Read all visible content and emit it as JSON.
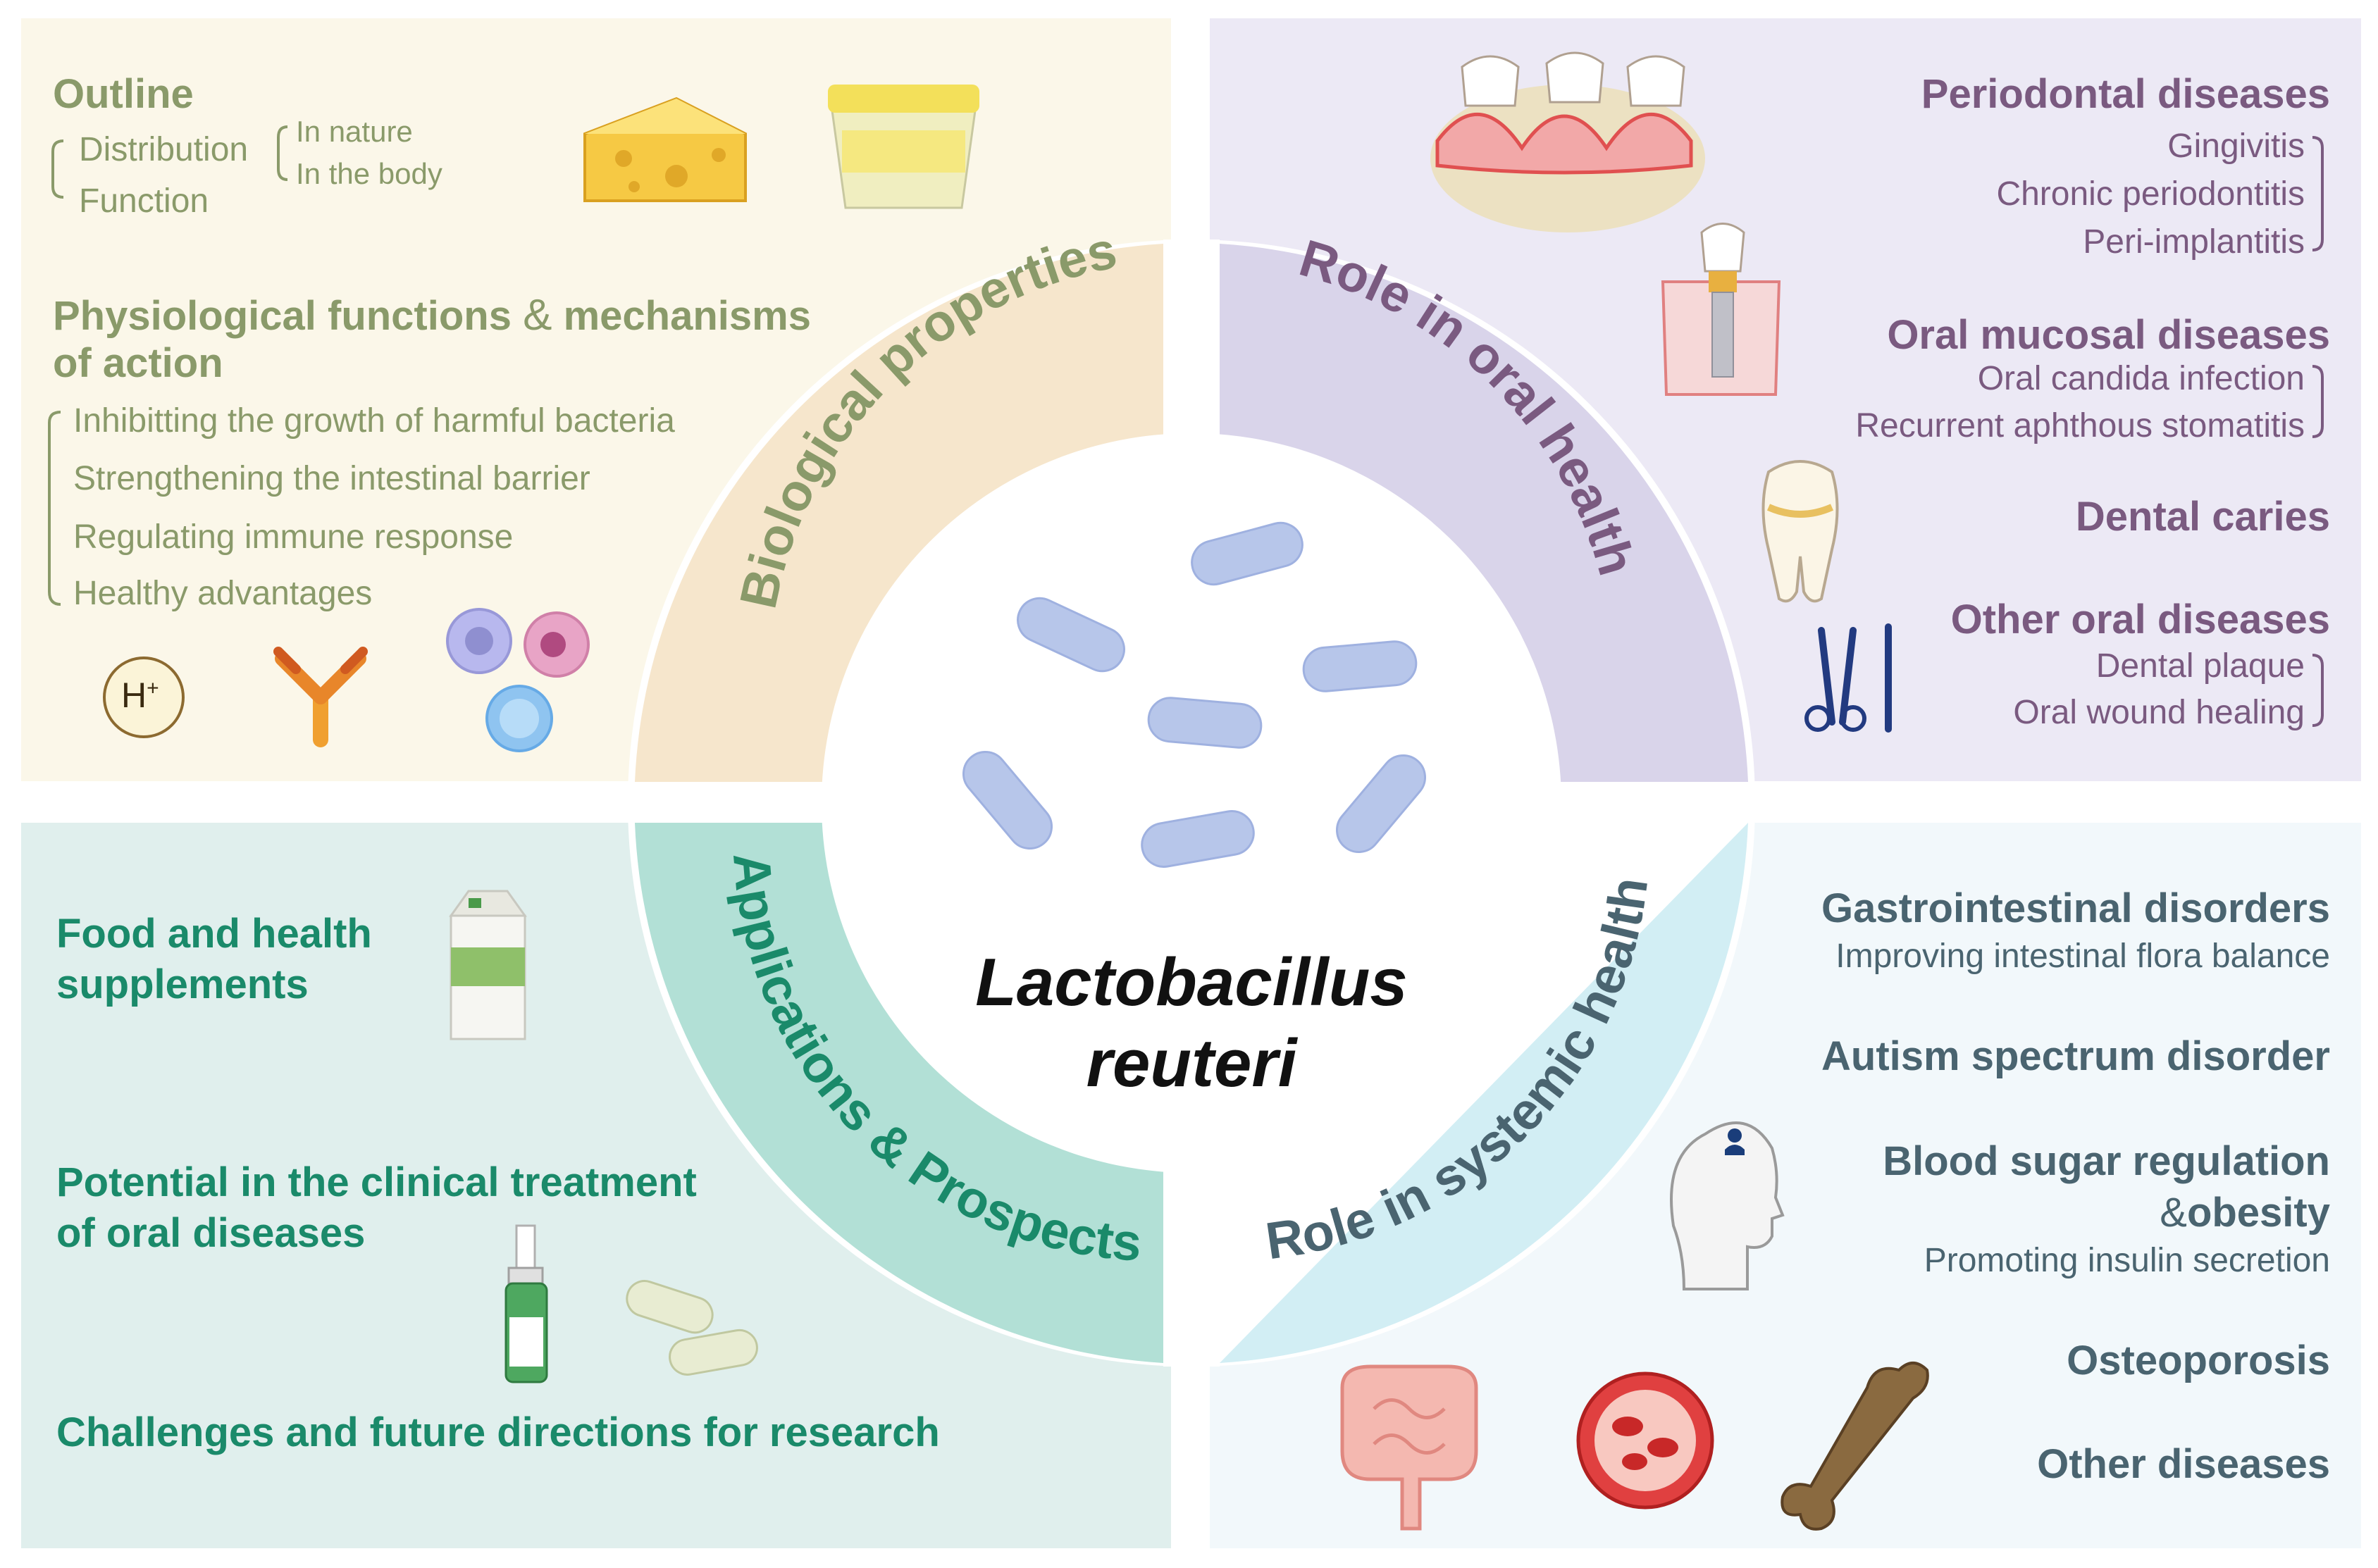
{
  "center": {
    "title_line1": "Lactobacillus",
    "title_line2": "reuteri"
  },
  "arcs": {
    "biological": "Biological properties",
    "oral": "Role in oral health",
    "systemic": "Role in systemic health",
    "applications": "Applications & Prospects"
  },
  "biological_properties": {
    "outline": "Outline",
    "distribution": "Distribution",
    "in_nature": "In nature",
    "in_the_body": "In the body",
    "function": "Function",
    "physio_part1": "Physiological functions",
    "physio_amp": "&",
    "physio_part2": "mechanisms",
    "physio_line2": "of action",
    "items": [
      "Inhibitting the growth of harmful bacteria",
      "Strengthening the intestinal barrier",
      "Regulating immune response",
      "Healthy advantages"
    ],
    "h_ion": "H",
    "h_charge": "+"
  },
  "oral_health": {
    "periodontal": "Periodontal diseases",
    "periodontal_items": [
      "Gingivitis",
      "Chronic periodontitis",
      "Peri-implantitis"
    ],
    "mucosal": "Oral mucosal diseases",
    "mucosal_items": [
      "Oral candida infection",
      "Recurrent aphthous stomatitis"
    ],
    "caries": "Dental caries",
    "other": "Other oral diseases",
    "other_items": [
      "Dental plaque",
      "Oral wound healing"
    ]
  },
  "applications": {
    "food": "Food and health",
    "food_line2": "supplements",
    "potential": "Potential in the clinical treatment",
    "potential_line2": "of oral diseases",
    "challenges": "Challenges and future directions for research"
  },
  "systemic_health": {
    "gi": "Gastrointestinal disorders",
    "gi_sub": "Improving intestinal flora balance",
    "autism": "Autism spectrum disorder",
    "blood_sugar": "Blood sugar regulation",
    "obesity_amp": "&",
    "obesity": "obesity",
    "insulin": "Promoting insulin secretion",
    "osteoporosis": "Osteoporosis",
    "other": "Other diseases"
  },
  "colors": {
    "bio_bg": "#fbf7e9",
    "bio_arc": "#f6e6cc",
    "bio_text": "#8a9a6a",
    "oral_bg": "#ece9f5",
    "oral_arc": "#d9d4ea",
    "oral_text": "#7a5a80",
    "app_bg": "#e0efed",
    "app_arc": "#b2e0d6",
    "app_text": "#1a8a6a",
    "sys_bg": "#f2f8fb",
    "sys_arc": "#d2eef4",
    "sys_text": "#4a6470",
    "bacteria": "#b7c6ea"
  },
  "icons": [
    "cheese-icon",
    "yogurt-icon",
    "h-ion-icon",
    "antibody-icon",
    "immune-cells-icon",
    "teeth-gum-icon",
    "dental-implant-icon",
    "molar-tooth-icon",
    "dental-scissors-icon",
    "milk-carton-icon",
    "nasal-spray-icon",
    "pills-icon",
    "head-profile-icon",
    "intestine-icon",
    "blood-cell-icon",
    "femur-bone-icon"
  ]
}
